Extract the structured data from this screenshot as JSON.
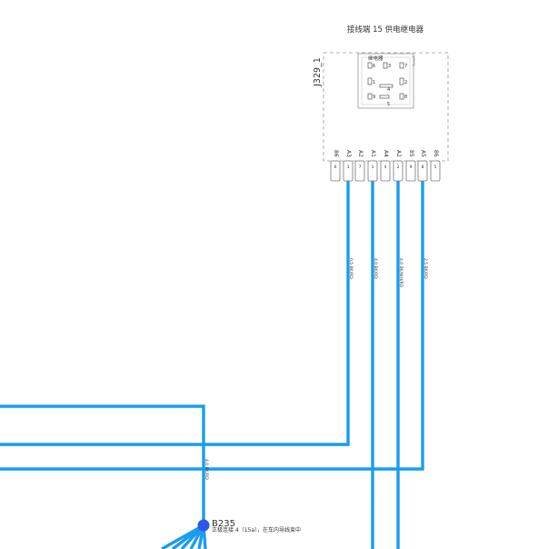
{
  "relay": {
    "title": "接线端 15 供电继电器",
    "id": "J329_1",
    "socket_label": "继电器",
    "socket_pins": [
      "6",
      "3",
      "7",
      "1",
      "4",
      "2",
      "9",
      "8",
      "5"
    ],
    "pin_labels": [
      "86",
      "A3",
      "A2",
      "A1",
      "A4",
      "A2",
      "85",
      "A5",
      "86"
    ],
    "pin_numbers": [
      "6",
      "3",
      "7",
      "1",
      "4",
      "2",
      "9",
      "8",
      "5"
    ]
  },
  "wires": [
    {
      "label": "0.5 BK/RD"
    },
    {
      "label": "4.0 BK/RD"
    },
    {
      "label": "4.0 BK/WH/RD"
    },
    {
      "label": "2.5 BK/RD"
    },
    {
      "label": "4.0 BK/RD"
    }
  ],
  "splice": {
    "id": "B235",
    "description": "正极连接 4（15a），在车内导线束中"
  },
  "colors": {
    "wire": "#1a9cf0",
    "splice": "#2f57e8",
    "outline": "#999999"
  }
}
